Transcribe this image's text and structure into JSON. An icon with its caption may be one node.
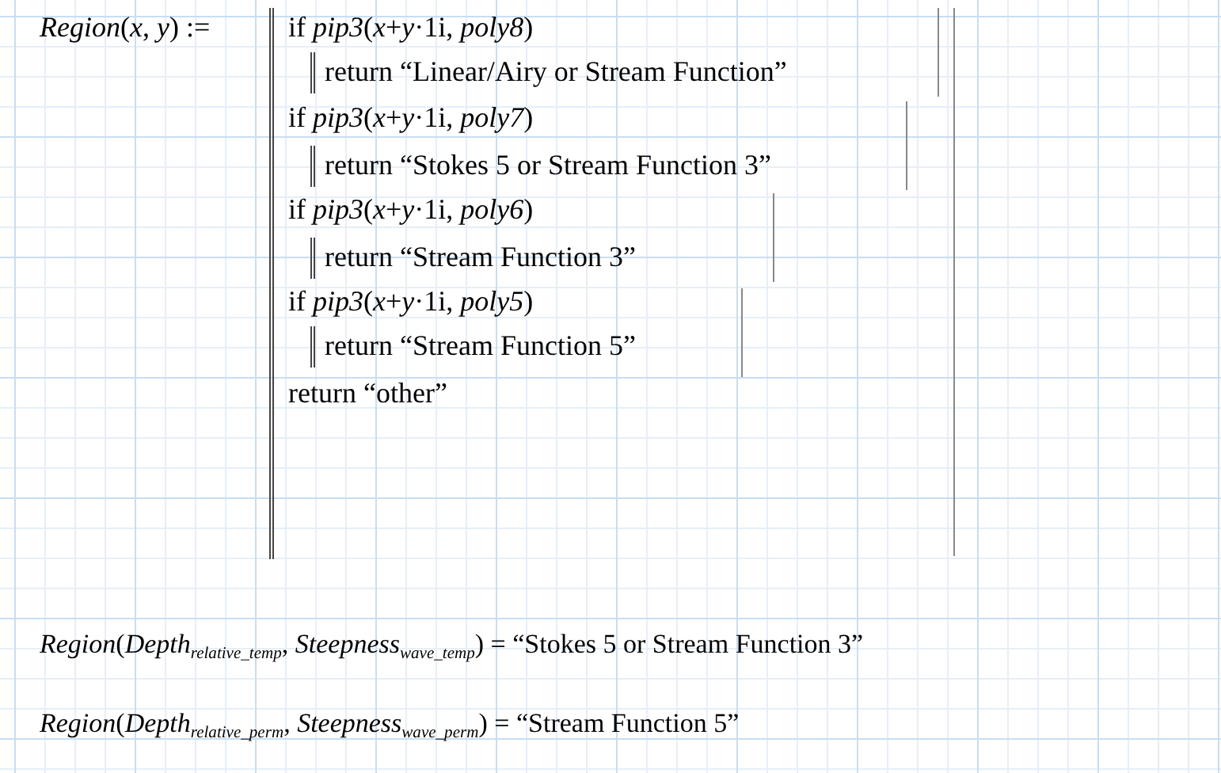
{
  "diagram": {
    "labels": [
      "*Region*(*x*, *y*) :=",
      "if *pip3*(*x*+*y*·1i, *poly8*)",
      "return “Linear/Airy or Stream Function”",
      "if *pip3*(*x*+*y*·1i, *poly7*)",
      "return “Stokes 5 or Stream Function 3”",
      "if *pip3*(*x*+*y*·1i, *poly6*)",
      "return “Stream Function 3”",
      "if *pip3*(*x*+*y*·1i, *poly5*)",
      "return “Stream Function 5”",
      "return “other”",
      "*Region*(*Depth*$_{relative_temp}$, *Steepness*$_{wave_temp}$) = “Stokes 5 or Stream Function 3”",
      "*Region*(*Depth*$_{relative_perm}$, *Steepness*$_{wave_perm}$) = “Stream Function 5”"
    ]
  }
}
